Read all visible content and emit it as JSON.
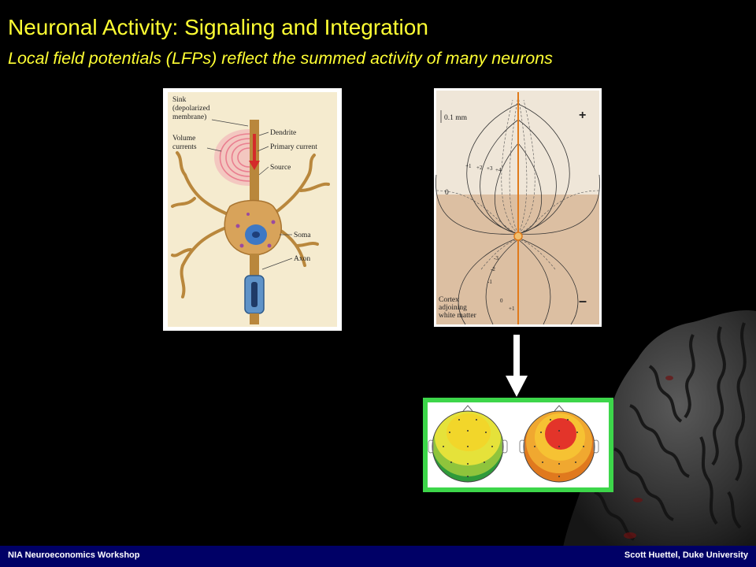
{
  "slide": {
    "title": "Neuronal Activity: Signaling and Integration",
    "subtitle": "Local field potentials (LFPs) reflect the summed activity of many neurons"
  },
  "neuron_figure": {
    "labels": {
      "sink_line1": "Sink",
      "sink_line2": "(depolarized",
      "sink_line3": "membrane)",
      "volume_line1": "Volume",
      "volume_line2": "currents",
      "dendrite": "Dendrite",
      "primary_current": "Primary current",
      "source": "Source",
      "soma": "Soma",
      "axon": "Axon"
    }
  },
  "field_figure": {
    "labels": {
      "scale": "0.1 mm",
      "plus": "+",
      "minus": "–",
      "zero_top": "0",
      "cortex_line1": "Cortex",
      "cortex_line2": "adjoining",
      "cortex_line3": "white matter",
      "plus1": "+1",
      "plus2": "+2",
      "plus3": "+3",
      "plus4": "+4",
      "minus1": "-1",
      "minus2": "-2",
      "minus3": "-3",
      "zero_bottom": "0",
      "plus1_bottom": "+1"
    }
  },
  "colors": {
    "title": "#ffff33",
    "footer_bg": "#000066",
    "eeg_frame": "#3dd64a",
    "arrow": "#ffffff"
  },
  "footer": {
    "left": "NIA Neuroeconomics Workshop",
    "right": "Scott Huettel, Duke University"
  }
}
